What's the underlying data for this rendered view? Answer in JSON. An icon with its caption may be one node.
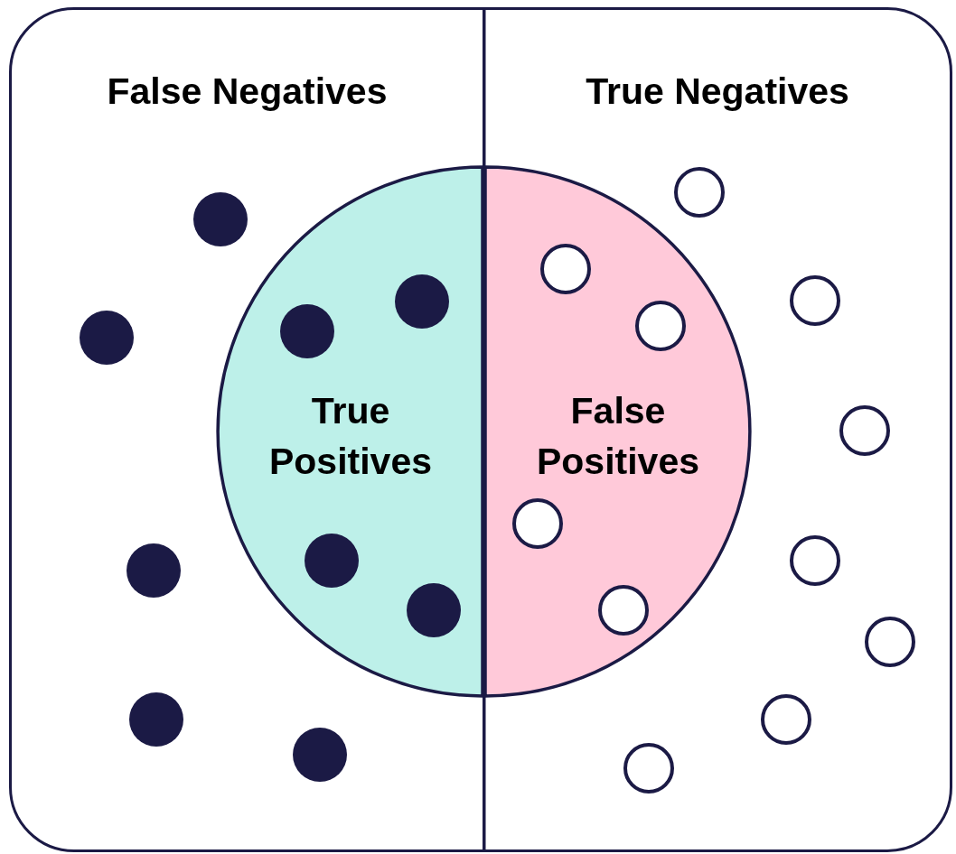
{
  "diagram": {
    "nodes": [
      {
        "text": [],
        "shape": "box"
      },
      {
        "text": [
          "False Negatives"
        ],
        "in": 0
      },
      {
        "text": [
          "True Negatives"
        ],
        "in": 0
      },
      {
        "text": [
          "True Positives"
        ],
        "in": 1
      },
      {
        "text": [
          "False Positives"
        ],
        "in": 2
      }
    ]
  }
}
